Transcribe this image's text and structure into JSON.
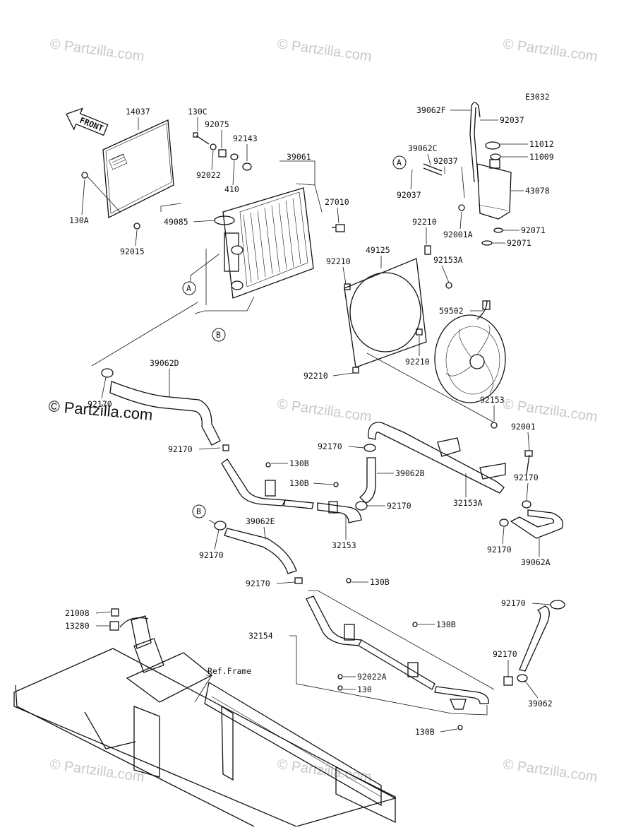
{
  "diagram_code": "E3032",
  "front_label": "FRONT",
  "ref_frame_label": "Ref.Frame",
  "watermark": "© Partzilla.com",
  "callout_a": "A",
  "callout_b": "B",
  "parts": {
    "p14037": "14037",
    "p130c": "130C",
    "p92075": "92075",
    "p92143": "92143",
    "p39061": "39061",
    "p92022": "92022",
    "p410": "410",
    "p27010": "27010",
    "p49085": "49085",
    "p130a": "130A",
    "p92015": "92015",
    "p39062f": "39062F",
    "p92037a": "92037",
    "p11012": "11012",
    "p11009": "11009",
    "p39062c": "39062C",
    "p92037b": "92037",
    "p43078": "43078",
    "p92037c": "92037",
    "p92001a": "92001A",
    "p92071a": "92071",
    "p92071b": "92071",
    "p92210a": "92210",
    "p49125": "49125",
    "p92210b": "92210",
    "p92153a": "92153A",
    "p59502": "59502",
    "p92210c": "92210",
    "p92210d": "92210",
    "p92153": "92153",
    "p39062d": "39062D",
    "p92170a": "92170",
    "p92001": "92001",
    "p92170b": "92170",
    "p39062b": "39062B",
    "p130b1": "130B",
    "p130b2": "130B",
    "p92170c": "92170",
    "p32153a": "32153A",
    "p92170d": "92170",
    "p32153": "32153",
    "p39062e": "39062E",
    "p92170e": "92170",
    "p92170f": "92170",
    "p39062a": "39062A",
    "p92170g": "92170",
    "p130b3": "130B",
    "p21008": "21008",
    "p13280": "13280",
    "p130b4": "130B",
    "p92170h": "92170",
    "p32154": "32154",
    "p92170i": "92170",
    "p92022a": "92022A",
    "p130": "130",
    "p39062": "39062",
    "p130b5": "130B"
  }
}
